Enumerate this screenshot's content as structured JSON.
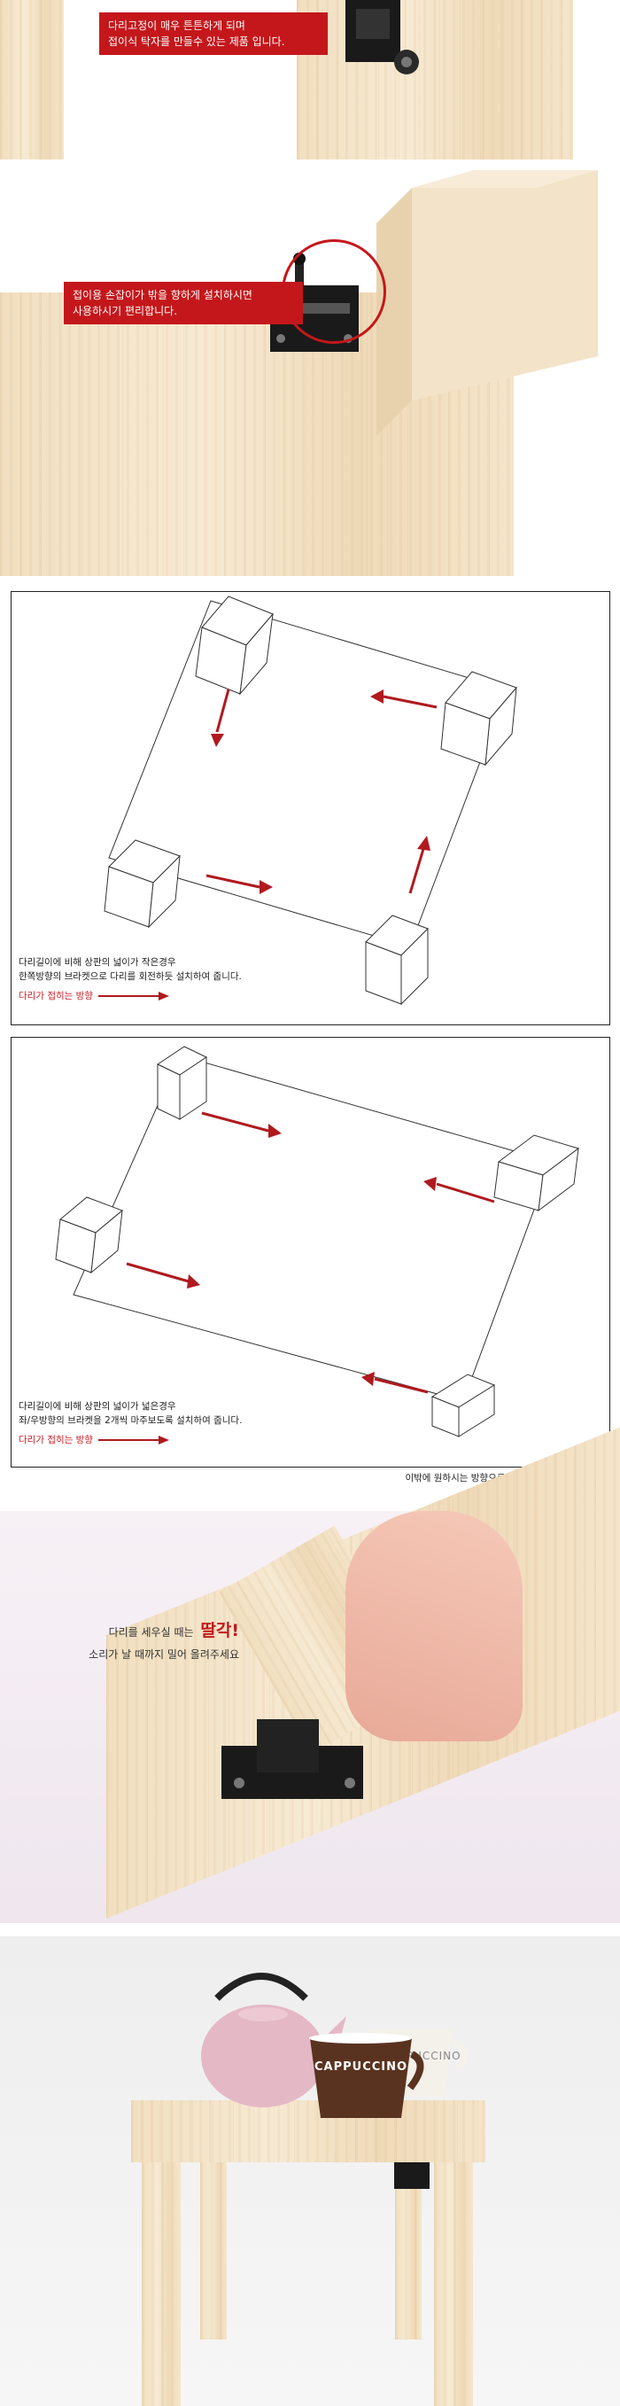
{
  "section1": {
    "caption_line1": "다리고정이 매우 튼튼하게 되며",
    "caption_line2": "접이식 탁자를 만들수 있는 제품 입니다."
  },
  "section2": {
    "caption_line1": "접이용 손잡이가 밖을 향하게 설치하시면",
    "caption_line2": "사용하시기 편리합니다."
  },
  "diagram1": {
    "text_line1": "다리길이에 비해 상판의 넓이가 작은경우",
    "text_line2": "한쪽방향의 브라켓으로 다리를 회전하듯 설치하여 줍니다.",
    "legend_label": "다리가 접히는 방향"
  },
  "diagram2": {
    "text_line1": "다리길이에 비해 상판의 넓이가 넓은경우",
    "text_line2": "좌/우방향의 브라켓을 2개씩 마주보도록 설치하여 줍니다.",
    "legend_label": "다리가 접히는 방향"
  },
  "note": "이밖에 원하시는 방향으로 설치하여 주셔도 좋습니다.",
  "section3": {
    "line1_prefix": "다리를 세우실 때는",
    "line1_emph": "딸각!",
    "line2": "소리가 날 때까지 밀어 올려주세요"
  },
  "section4": {
    "cup_label": "CAPPUCCINO",
    "cup_label_2": "CAPPUCCINO"
  },
  "colors": {
    "accent_red": "#c4171b",
    "wood": "#f2e1c4",
    "bracket": "#1a1a1a"
  }
}
